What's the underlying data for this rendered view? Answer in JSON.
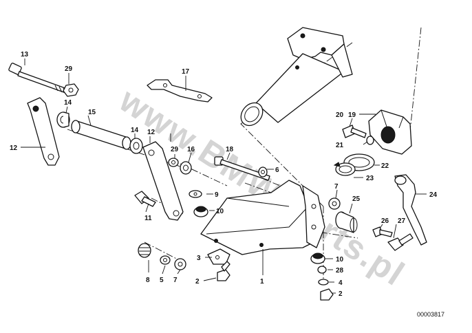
{
  "watermark": "www.BMW-parts.pl",
  "reference_number": "00003817",
  "labels": {
    "p1": "1",
    "p2a": "2",
    "p2b": "2",
    "p3": "3",
    "p4": "4",
    "p5": "5",
    "p6": "6",
    "p7a": "7",
    "p7b": "7",
    "p8": "8",
    "p9": "9",
    "p10a": "10",
    "p10b": "10",
    "p11": "11",
    "p12a": "12",
    "p12b": "12",
    "p13": "13",
    "p14a": "14",
    "p14b": "14",
    "p15": "15",
    "p16": "16",
    "p17": "17",
    "p18": "18",
    "p19": "19",
    "p20": "20",
    "p21": "21",
    "p22": "22",
    "p23": "23",
    "p24": "24",
    "p25": "25",
    "p26": "26",
    "p27": "27",
    "p28": "28",
    "p29a": "29",
    "p29b": "29"
  }
}
